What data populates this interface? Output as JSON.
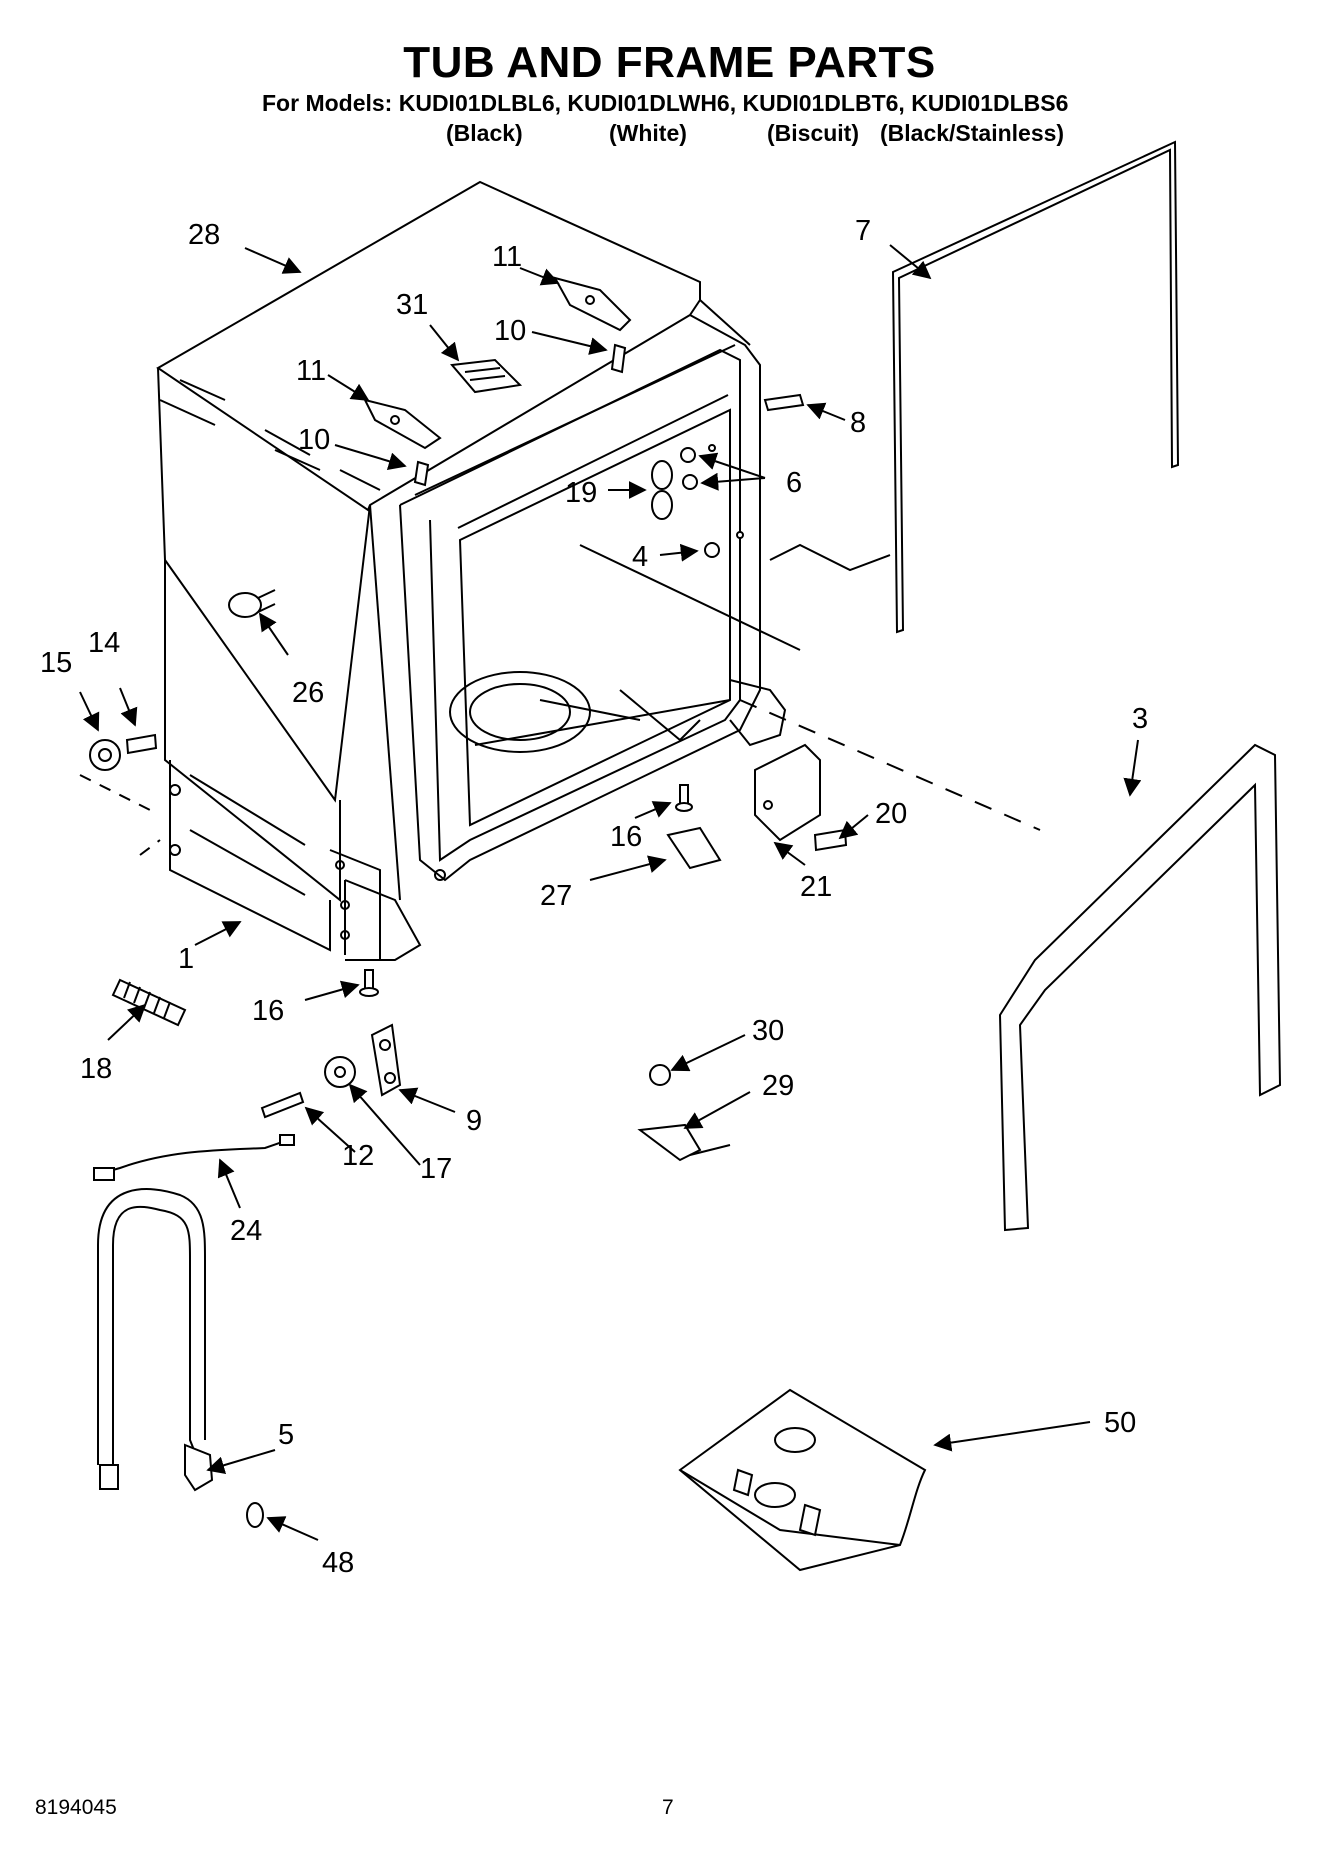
{
  "title": "TUB AND FRAME PARTS",
  "models_line": "For Models: KUDI01DLBL6, KUDI01DLWH6, KUDI01DLBT6, KUDI01DLBS6",
  "colors": [
    "(Black)",
    "(White)",
    "(Biscuit)",
    "(Black/Stainless)"
  ],
  "part_labels": [
    "28",
    "11",
    "31",
    "10",
    "11",
    "10",
    "7",
    "8",
    "6",
    "19",
    "4",
    "26",
    "15",
    "14",
    "3",
    "20",
    "16",
    "21",
    "27",
    "1",
    "16",
    "18",
    "30",
    "29",
    "9",
    "12",
    "17",
    "24",
    "5",
    "50",
    "48"
  ],
  "footer": {
    "doc_number": "8194045",
    "page_number": "7"
  }
}
